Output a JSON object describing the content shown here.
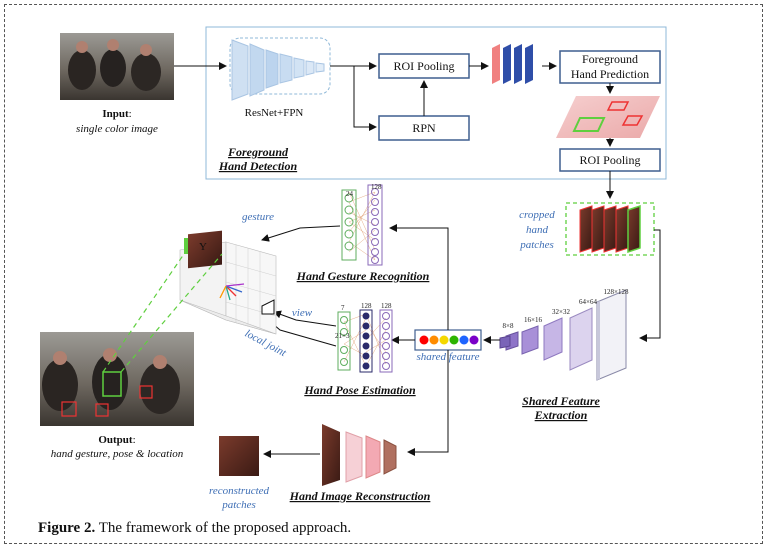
{
  "labels": {
    "input_title": "Input",
    "input_colon": ":",
    "input_sub": "single color image",
    "backbone": "ResNet+FPN",
    "roi_pool_1": "ROI Pooling",
    "rpn": "RPN",
    "fg_pred_1": "Foreground",
    "fg_pred_2": "Hand Prediction",
    "roi_pool_2": "ROI Pooling",
    "fg_detect_1": "Foreground",
    "fg_detect_2": "Hand Detection",
    "cropped_1": "cropped",
    "cropped_2": "hand",
    "cropped_3": "patches",
    "sizes": [
      "8×8",
      "16×16",
      "32×32",
      "64×64",
      "128×128"
    ],
    "shared_extract_1": "Shared Feature",
    "shared_extract_2": "Extraction",
    "shared_feature": "shared feature",
    "gesture": "gesture",
    "view": "view",
    "local_joint": "local joint",
    "gesture_recog": "Hand Gesture Recognition",
    "pose_est": "Hand Pose Estimation",
    "img_recon": "Hand Image Reconstruction",
    "recon_1": "reconstructed",
    "recon_2": "patches",
    "output_title": "Output",
    "output_colon": ":",
    "output_sub": "hand gesture, pose & location",
    "y_axis": "Y",
    "nn_top_a": "24",
    "nn_top_b": "128",
    "nn_mid_a": "7",
    "nn_mid_b": "128",
    "nn_mid_c": "128",
    "nn_mid_d": "21×3"
  },
  "caption": {
    "label": "Figure 2.",
    "text": " The framework of the proposed approach."
  },
  "colors": {
    "box_border": "#3f5f8f",
    "panel_border": "#8fb8d8",
    "blue_text": "#3f6fb5",
    "green": "#5fcf3f",
    "feature_dots": [
      "#ff0000",
      "#ff8c00",
      "#f5d800",
      "#2db400",
      "#1e64ff",
      "#7a00c8"
    ]
  }
}
